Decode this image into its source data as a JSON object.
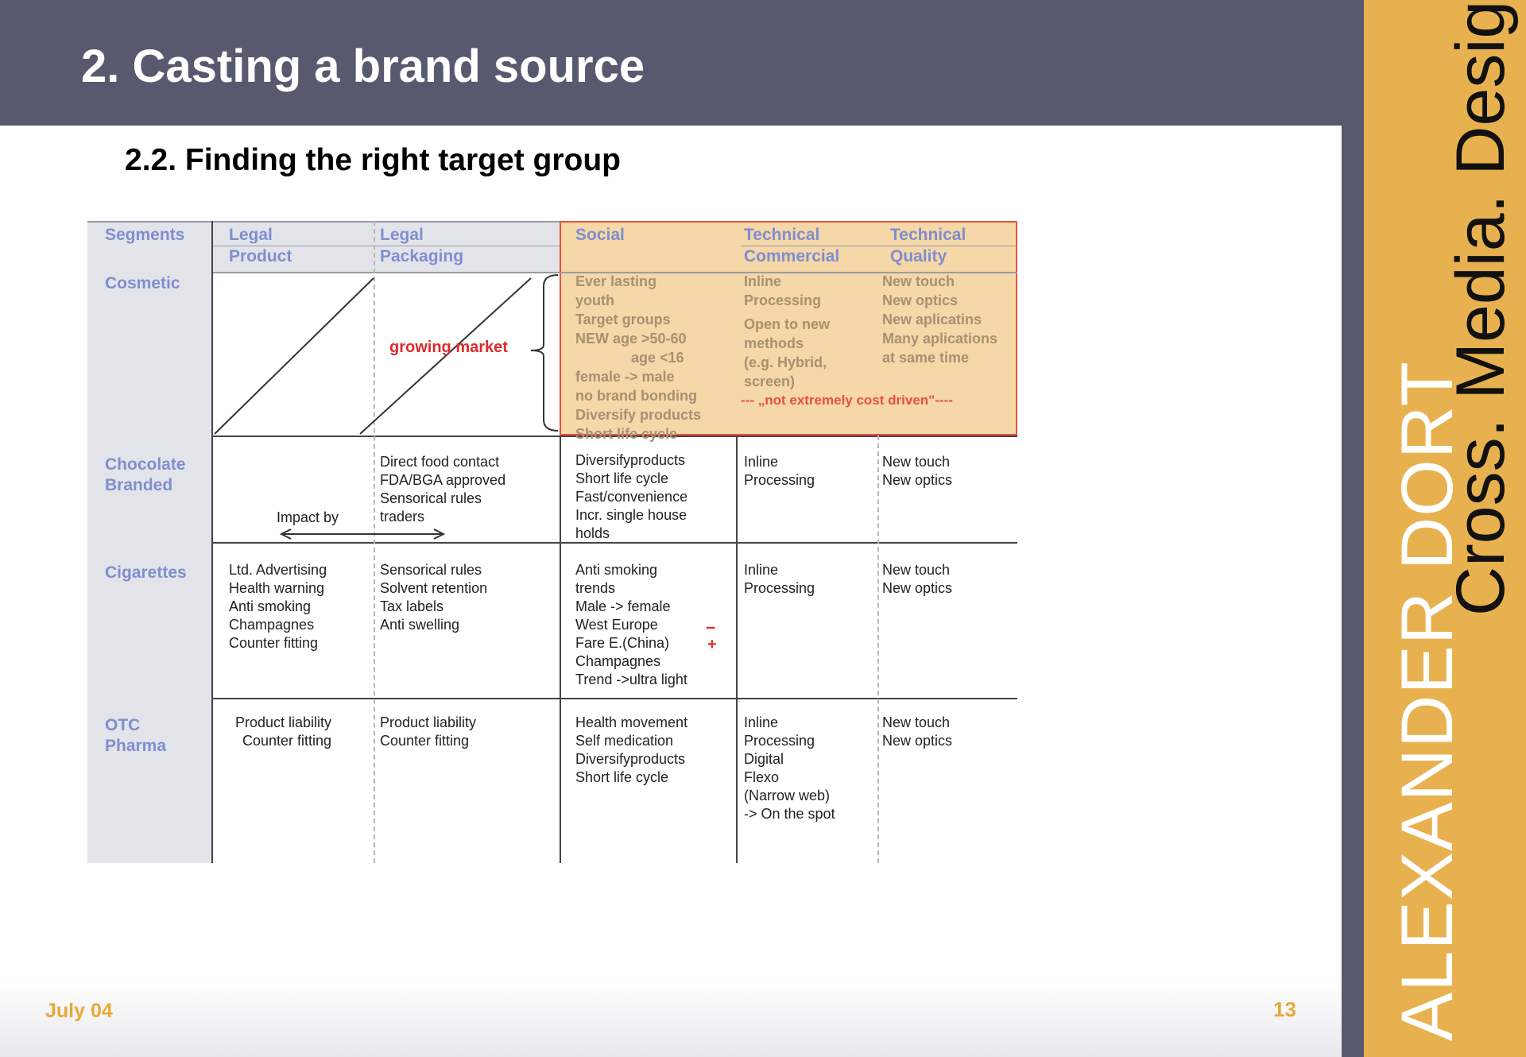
{
  "slide": {
    "title": "2. Casting a brand source",
    "subtitle": "2.2. Finding the right target group",
    "footer_date": "July 04",
    "page_number": "13"
  },
  "brand": {
    "name": "ALEXANDER DORT",
    "tagline": "Cross. Media. Design."
  },
  "colors": {
    "header": "#575a6f",
    "accent": "#e8b14f",
    "highlight": "#f5d7a8",
    "highlight_border": "#e8503f",
    "segment_text": "#7f8ed0"
  },
  "table": {
    "headers": {
      "segments": "Segments",
      "legal_product": [
        "Legal",
        "Product"
      ],
      "legal_packaging": [
        "Legal",
        "Packaging"
      ],
      "social": "Social",
      "tech_commercial": [
        "Technical",
        "Commercial"
      ],
      "tech_quality": [
        "Technical",
        "Quality"
      ]
    },
    "rows": {
      "cosmetic": {
        "segment": "Cosmetic",
        "growing_market": "growing market",
        "social": [
          "Ever lasting",
          "youth",
          "Target groups",
          "NEW age >50-60",
          "age <16",
          "female -> male",
          "no brand bonding",
          "Diversify products",
          "Short life cycle"
        ],
        "tech_commercial": [
          "Inline",
          "Processing",
          "Open to new",
          "methods",
          "(e.g. Hybrid,",
          "screen)"
        ],
        "tech_quality": [
          "New touch",
          "New optics",
          "New aplicatins",
          "Many aplications",
          "at same time"
        ],
        "note": "--- „not extremely cost driven\"----"
      },
      "chocolate": {
        "segment": [
          "Chocolate",
          "Branded"
        ],
        "impact": "Impact by",
        "legal_packaging": [
          "Direct food contact",
          "FDA/BGA approved",
          "Sensorical rules",
          "traders"
        ],
        "social": [
          "Diversifyproducts",
          "Short life cycle",
          "Fast/convenience",
          "Incr. single house",
          "holds"
        ],
        "tech_commercial": [
          "Inline",
          "Processing"
        ],
        "tech_quality": [
          "New touch",
          "New optics"
        ]
      },
      "cigarettes": {
        "segment": "Cigarettes",
        "legal_product": [
          "Ltd. Advertising",
          "Health warning",
          "Anti smoking",
          "Champagnes",
          "Counter fitting"
        ],
        "legal_packaging": [
          "Sensorical rules",
          "Solvent retention",
          "Tax labels",
          "Anti swelling"
        ],
        "social": [
          "Anti smoking",
          "trends",
          "Male -> female",
          "West Europe",
          "Fare E.(China)",
          "Champagnes",
          "Trend ->ultra light"
        ],
        "minus": "–",
        "plus": "+",
        "tech_commercial": [
          "Inline",
          "Processing"
        ],
        "tech_quality": [
          "New touch",
          "New optics"
        ]
      },
      "otc": {
        "segment": [
          "OTC",
          "Pharma"
        ],
        "legal_product": [
          "Product liability",
          "Counter fitting"
        ],
        "legal_packaging": [
          "Product liability",
          "Counter fitting"
        ],
        "social": [
          "Health movement",
          "Self medication",
          "Diversifyproducts",
          "Short life cycle"
        ],
        "tech_commercial": [
          "Inline",
          "Processing",
          "Digital",
          "Flexo",
          "(Narrow web)",
          "-> On the spot"
        ],
        "tech_quality": [
          "New touch",
          "New optics"
        ]
      }
    }
  }
}
